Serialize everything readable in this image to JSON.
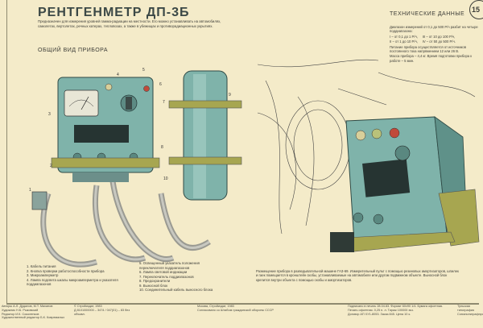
{
  "title": "РЕНТГЕНМЕТР ДП-3Б",
  "page_number": "15",
  "intro": "Предназначен для измерения уровней гамма-радиации на местности. Его можно устанавливать на автомобилях, самолетах, вертолетах, речных катерах, тепловозах, а также в убежищах и противорадиационных укрытиях.",
  "section_general": "ОБЩИЙ ВИД ПРИБОРА",
  "tech": {
    "heading": "ТЕХНИЧЕСКИЕ ДАННЫЕ",
    "lines": [
      "Диапазон измерений от 0,1 до 500 Р/ч разбит на четыре поддиапазона:",
      "I – от 0,1 до 1 Р/ч,     III – от 10 до 100 Р/ч,",
      "II – от 1 до 10 Р/ч,     IV – от 50 до 500 Р/ч.",
      "Питание прибора осуществляется от источников постоянного тока напряжением 12 или 26 В.",
      "Масса прибора – 4,4 кг. Время подготовки прибора к работе – 5 мин."
    ]
  },
  "callouts": [
    "1",
    "2",
    "3",
    "4",
    "5",
    "6",
    "7",
    "8",
    "9",
    "10"
  ],
  "legend_left": [
    "1. Кабель питания",
    "2. Кнопка проверки работоспособности прибора",
    "3. Микроамперметр",
    "4. Лампа подсвета шкалы микроамперметра и указателя поддиапазонов"
  ],
  "legend_right": [
    "5. Освещенный указатель положения переключателя поддиапазонов",
    "6. Лампа световой индикации",
    "7. Переключатель поддиапазонов",
    "8. Предохранители",
    "9. Выносной блок",
    "10. Соединительный кабель выносного блока"
  ],
  "caption": "Размещение прибора в разведывательной машине ГАЗ-69. Измерительный пульт с помощью резиновых амортизаторов, шпилек и гаек помещается в кронштейн скобы, устанавливаемые на автомобиле или другом подвижном объекте. Выносной блок крепится внутри объекта с помощью скобы и амортизаторов.",
  "footer": {
    "authors": [
      "Авторы А.Л. Дудалов, М.Т. Маханов",
      "Художник Н.Б. Рыковский",
      "Редактор И.К. Соколенков",
      "Художественный редактор Б.К. Ковремалых"
    ],
    "publisher": [
      "© Стройиздат, 1983",
      "Д 8101000000 – 3474 / 047(01) – 83  без объявл."
    ],
    "city": [
      "Москва, Стройиздат, 1983",
      "Согласовано со Штабом гражданской обороны СССР"
    ],
    "print": [
      "Подписано в печать 28.04.83. Формат 60х90 1/4. Бумага офсетная.",
      "Печать офсетная. 0,25 п. л.      Тираж 100000 экз.",
      "Договор АП ХУ1-8053. Заказ 845. Цена 10 к."
    ],
    "printer": [
      "Тульская",
      "типография",
      "Союзполиграфпрома"
    ]
  },
  "colors": {
    "paper": "#f4ebc9",
    "device": "#7fb3aa",
    "bracket": "#a7a650",
    "ink": "#3d3d38"
  }
}
